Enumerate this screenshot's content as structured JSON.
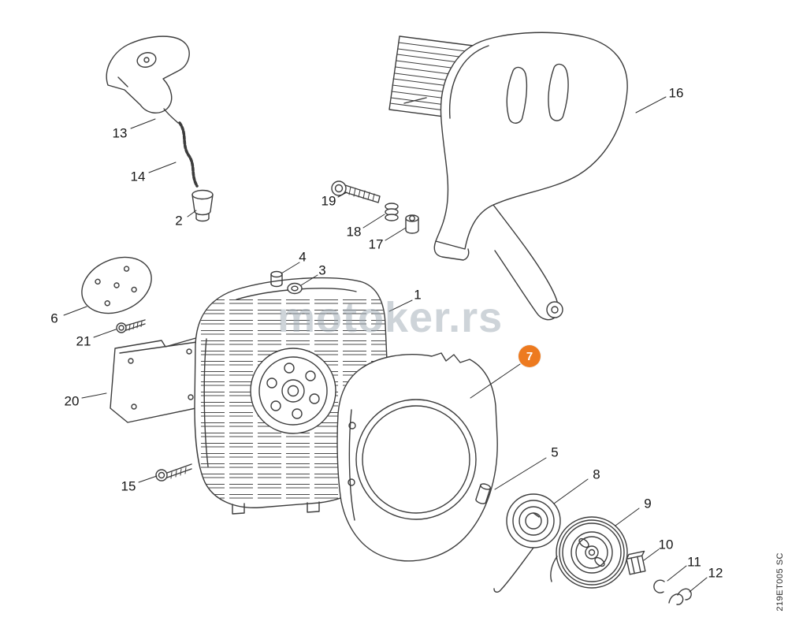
{
  "diagram": {
    "watermark": "motoker.rs",
    "doc_code": "219ET005 SC",
    "highlighted_part": "7"
  },
  "colors": {
    "highlight": "#ED7A1F",
    "line": "#3C3C3C",
    "watermark_gray": "#9EA9B4"
  },
  "callouts": {
    "c1": {
      "label": "1"
    },
    "c2": {
      "label": "2"
    },
    "c3": {
      "label": "3"
    },
    "c4": {
      "label": "4"
    },
    "c5": {
      "label": "5"
    },
    "c6": {
      "label": "6"
    },
    "c7": {
      "label": "7"
    },
    "c8": {
      "label": "8"
    },
    "c9": {
      "label": "9"
    },
    "c10": {
      "label": "10"
    },
    "c11": {
      "label": "11"
    },
    "c12": {
      "label": "12"
    },
    "c13": {
      "label": "13"
    },
    "c14": {
      "label": "14"
    },
    "c15": {
      "label": "15"
    },
    "c16": {
      "label": "16"
    },
    "c17": {
      "label": "17"
    },
    "c18": {
      "label": "18"
    },
    "c19": {
      "label": "19"
    },
    "c20": {
      "label": "20"
    },
    "c21": {
      "label": "21"
    }
  }
}
